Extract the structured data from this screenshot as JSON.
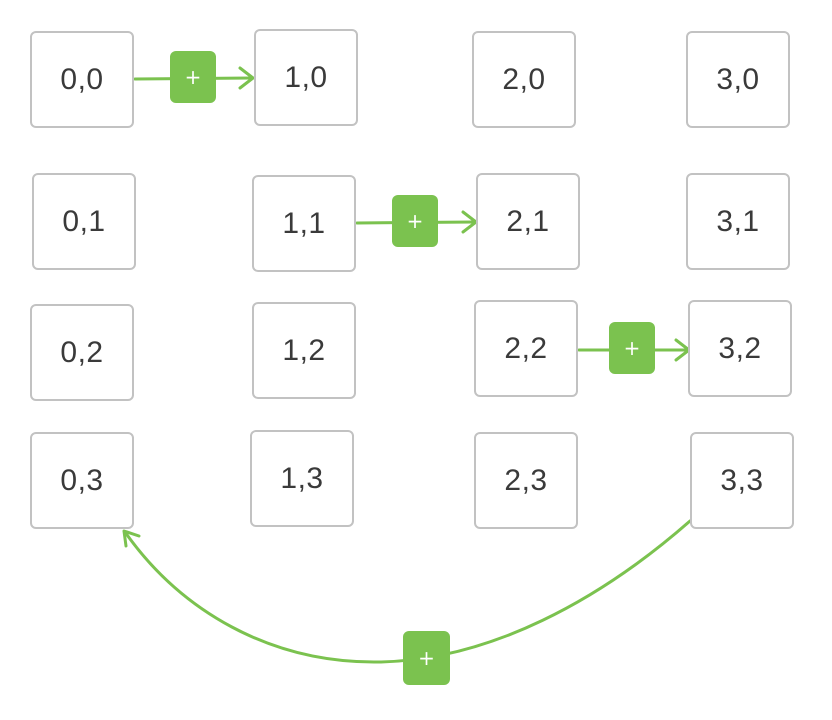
{
  "colors": {
    "accent": "#7bc24f",
    "node_border": "#c2c2c2",
    "node_text": "#3a3a3a"
  },
  "nodes": [
    {
      "id": "0,0",
      "label": "0,0"
    },
    {
      "id": "1,0",
      "label": "1,0"
    },
    {
      "id": "2,0",
      "label": "2,0"
    },
    {
      "id": "3,0",
      "label": "3,0"
    },
    {
      "id": "0,1",
      "label": "0,1"
    },
    {
      "id": "1,1",
      "label": "1,1"
    },
    {
      "id": "2,1",
      "label": "2,1"
    },
    {
      "id": "3,1",
      "label": "3,1"
    },
    {
      "id": "0,2",
      "label": "0,2"
    },
    {
      "id": "1,2",
      "label": "1,2"
    },
    {
      "id": "2,2",
      "label": "2,2"
    },
    {
      "id": "3,2",
      "label": "3,2"
    },
    {
      "id": "0,3",
      "label": "0,3"
    },
    {
      "id": "1,3",
      "label": "1,3"
    },
    {
      "id": "2,3",
      "label": "2,3"
    },
    {
      "id": "3,3",
      "label": "3,3"
    }
  ],
  "edges": [
    {
      "from": "0,0",
      "to": "1,0",
      "op": "+",
      "icon": "plus-icon"
    },
    {
      "from": "1,1",
      "to": "2,1",
      "op": "+",
      "icon": "plus-icon"
    },
    {
      "from": "2,2",
      "to": "3,2",
      "op": "+",
      "icon": "plus-icon"
    },
    {
      "from": "3,3",
      "to": "0,3",
      "op": "+",
      "icon": "plus-icon"
    }
  ]
}
